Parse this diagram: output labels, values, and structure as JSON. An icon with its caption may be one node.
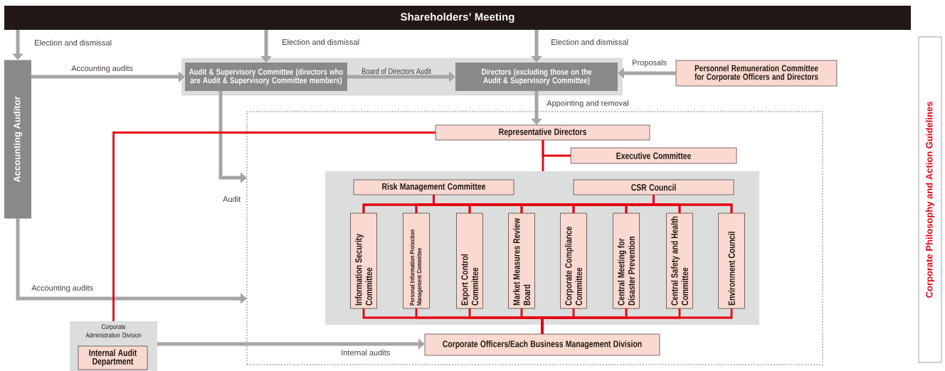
{
  "diagram": {
    "nodes": [
      {
        "text": [
          "Shareholders’ Meeting"
        ]
      },
      {
        "text": [
          "Accounting Auditor"
        ]
      },
      {
        "text": [],
        "shape": "box"
      },
      {
        "text": [
          "Audit & Supervisory Committee (directors who are Audit & Supervisory Committee members)"
        ],
        "in": 2
      },
      {
        "text": [
          "Directors (excluding those on the Audit & Supervisory Committee)"
        ],
        "in": 2
      },
      {
        "text": [
          "Personnel Remuneration Committee for Corporate Officers and Directors"
        ]
      },
      {
        "text": [],
        "shape": "box"
      },
      {
        "text": [
          "Representative Directors"
        ],
        "in": 6
      },
      {
        "text": [
          "Executive Committee"
        ],
        "in": 6
      },
      {
        "text": [],
        "shape": "box",
        "in": 6
      },
      {
        "text": [
          "Risk Management Committee"
        ],
        "in": 9
      },
      {
        "text": [
          "CSR Council"
        ],
        "in": 9
      },
      {
        "text": [
          "Information Security Committee"
        ],
        "in": 9
      },
      {
        "text": [
          "Personal Information Protection Management Committee"
        ],
        "in": 9
      },
      {
        "text": [
          "Export Control Committee"
        ],
        "in": 9
      },
      {
        "text": [
          "Market Measures Review Board"
        ],
        "in": 9
      },
      {
        "text": [
          "Corporate Compliance Committee"
        ],
        "in": 9
      },
      {
        "text": [
          "Central Meeting for Disaster Prevention"
        ],
        "in": 9
      },
      {
        "text": [
          "Central Safety and Health Committee"
        ],
        "in": 9
      },
      {
        "text": [
          "Environment Council"
        ],
        "in": 9
      },
      {
        "text": [
          "Corporate Officers/Each Business Management Division"
        ],
        "in": 6
      },
      {
        "text": [
          "Corporate Administration Division"
        ]
      },
      {
        "text": [
          "Internal Audit Department"
        ],
        "in": 21
      },
      {
        "text": [
          "Corporate Philosophy and Action Guidelines"
        ]
      }
    ],
    "edges": [
      {
        "from": 0,
        "to": 1,
        "arrow": "to",
        "label": "Election and dismissal",
        "color": "#a5a5a5"
      },
      {
        "from": 0,
        "to": 3,
        "arrow": "to",
        "label": "Election and dismissal",
        "color": "#a5a5a5"
      },
      {
        "from": 0,
        "to": 4,
        "arrow": "to",
        "label": "Election and dismissal",
        "color": "#a5a5a5"
      },
      {
        "from": 1,
        "to": 3,
        "arrow": "to",
        "label": "Accounting audits",
        "color": "#a5a5a5"
      },
      {
        "from": 3,
        "to": 4,
        "arrow": "to",
        "label": "Board of Directors Audit",
        "color": "#a5a5a5"
      },
      {
        "from": 5,
        "to": 4,
        "arrow": "to",
        "label": "Proposals",
        "color": "#a5a5a5"
      },
      {
        "from": 4,
        "to": 7,
        "arrow": "to",
        "label": "Appointing and removal",
        "color": "#a5a5a5"
      },
      {
        "from": 3,
        "to": 6,
        "arrow": "to",
        "label": "Audit",
        "color": "#a5a5a5"
      },
      {
        "from": 1,
        "to": 6,
        "arrow": "to",
        "label": "Accounting audits",
        "color": "#a5a5a5"
      },
      {
        "from": 21,
        "to": 20,
        "arrow": "to",
        "label": "Internal audits",
        "color": "#a5a5a5"
      },
      {
        "from": 7,
        "to": 8,
        "arrow": "none"
      },
      {
        "from": 7,
        "to": 9,
        "arrow": "none"
      },
      {
        "from": 7,
        "to": 21,
        "arrow": "none"
      },
      {
        "from": 10,
        "to": 12,
        "arrow": "none"
      },
      {
        "from": 10,
        "to": 13,
        "arrow": "none"
      },
      {
        "from": 10,
        "to": 14,
        "arrow": "none"
      },
      {
        "from": 10,
        "to": 15,
        "arrow": "none"
      },
      {
        "from": 10,
        "to": 16,
        "arrow": "none"
      },
      {
        "from": 10,
        "to": 17,
        "arrow": "none"
      },
      {
        "from": 10,
        "to": 18,
        "arrow": "none"
      },
      {
        "from": 10,
        "to": 19,
        "arrow": "none"
      },
      {
        "from": 11,
        "to": 12,
        "arrow": "none"
      },
      {
        "from": 11,
        "to": 13,
        "arrow": "none"
      },
      {
        "from": 11,
        "to": 14,
        "arrow": "none"
      },
      {
        "from": 11,
        "to": 15,
        "arrow": "none"
      },
      {
        "from": 11,
        "to": 16,
        "arrow": "none"
      },
      {
        "from": 11,
        "to": 17,
        "arrow": "none"
      },
      {
        "from": 11,
        "to": 18,
        "arrow": "none"
      },
      {
        "from": 11,
        "to": 19,
        "arrow": "none"
      },
      {
        "from": 12,
        "to": 20,
        "arrow": "none"
      },
      {
        "from": 13,
        "to": 20,
        "arrow": "none"
      },
      {
        "from": 14,
        "to": 20,
        "arrow": "none"
      },
      {
        "from": 15,
        "to": 20,
        "arrow": "none"
      },
      {
        "from": 16,
        "to": 20,
        "arrow": "none"
      },
      {
        "from": 17,
        "to": 20,
        "arrow": "none"
      },
      {
        "from": 18,
        "to": 20,
        "arrow": "none"
      },
      {
        "from": 19,
        "to": 20,
        "arrow": "none"
      }
    ]
  }
}
